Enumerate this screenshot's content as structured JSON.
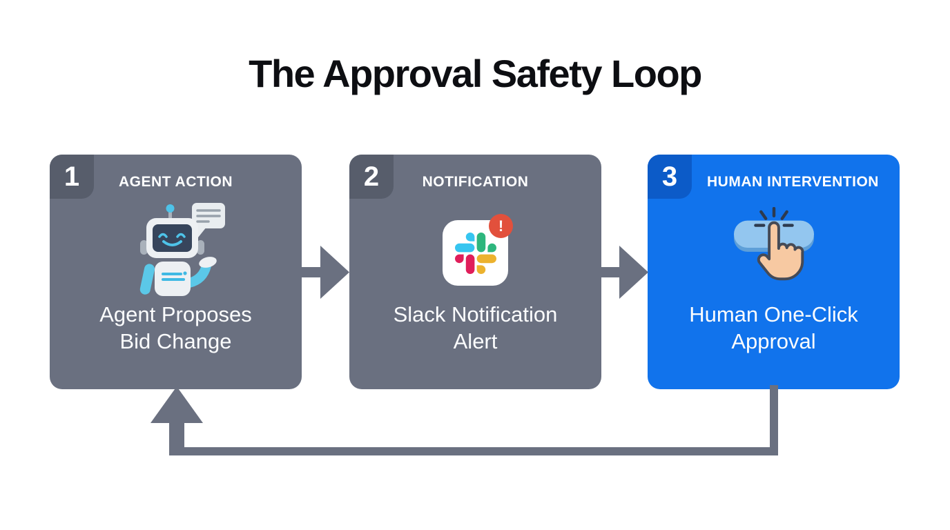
{
  "title": "The Approval Safety Loop",
  "steps": [
    {
      "number": "1",
      "label": "AGENT ACTION",
      "caption": "Agent Proposes\nBid Change",
      "icon": "robot-icon"
    },
    {
      "number": "2",
      "label": "NOTIFICATION",
      "caption": "Slack Notification\nAlert",
      "icon": "slack-icon",
      "alert_badge": "!"
    },
    {
      "number": "3",
      "label": "HUMAN INTERVENTION",
      "caption": "Human One-Click\nApproval",
      "icon": "click-icon"
    }
  ],
  "flow": {
    "sequence": [
      "1 -> 2",
      "2 -> 3",
      "3 -> 1 (loop back)"
    ],
    "loop_description": "arrow loops from step 3 back to step 1"
  },
  "colors": {
    "background": "#FFFFFF",
    "title_text": "#0D0E12",
    "card_gray": "#6A7080",
    "badge_gray": "#575D6B",
    "card_blue": "#1173EC",
    "badge_blue": "#0C5BC8",
    "arrow_gray": "#6A7080",
    "card_text": "#FFFFFF",
    "alert_red": "#E2503C",
    "slack_blue": "#36C5F0",
    "slack_green": "#2EB67D",
    "slack_red": "#E01E5A",
    "slack_yellow": "#ECB22E"
  }
}
